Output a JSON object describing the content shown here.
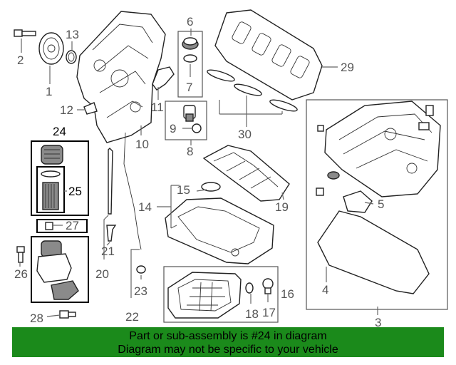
{
  "callouts": {
    "c1": "1",
    "c2": "2",
    "c3": "3",
    "c4": "4",
    "c5": "5",
    "c6": "6",
    "c7": "7",
    "c8": "8",
    "c9": "9",
    "c10": "10",
    "c11": "11",
    "c12": "12",
    "c13": "13",
    "c14": "14",
    "c15": "15",
    "c16": "16",
    "c17": "17",
    "c18": "18",
    "c19": "19",
    "c20": "20",
    "c21": "21",
    "c22": "22",
    "c23": "23",
    "c24": "24",
    "c25": "25",
    "c26": "26",
    "c27": "27",
    "c28": "28",
    "c29": "29",
    "c30": "30"
  },
  "banner": {
    "line1": "Part or sub-assembly is #24 in diagram",
    "line2": "Diagram may not be specific to your vehicle"
  },
  "colors": {
    "banner": "#1b8a1b",
    "highlight_box": "#000000",
    "callout_text": "#555555"
  }
}
